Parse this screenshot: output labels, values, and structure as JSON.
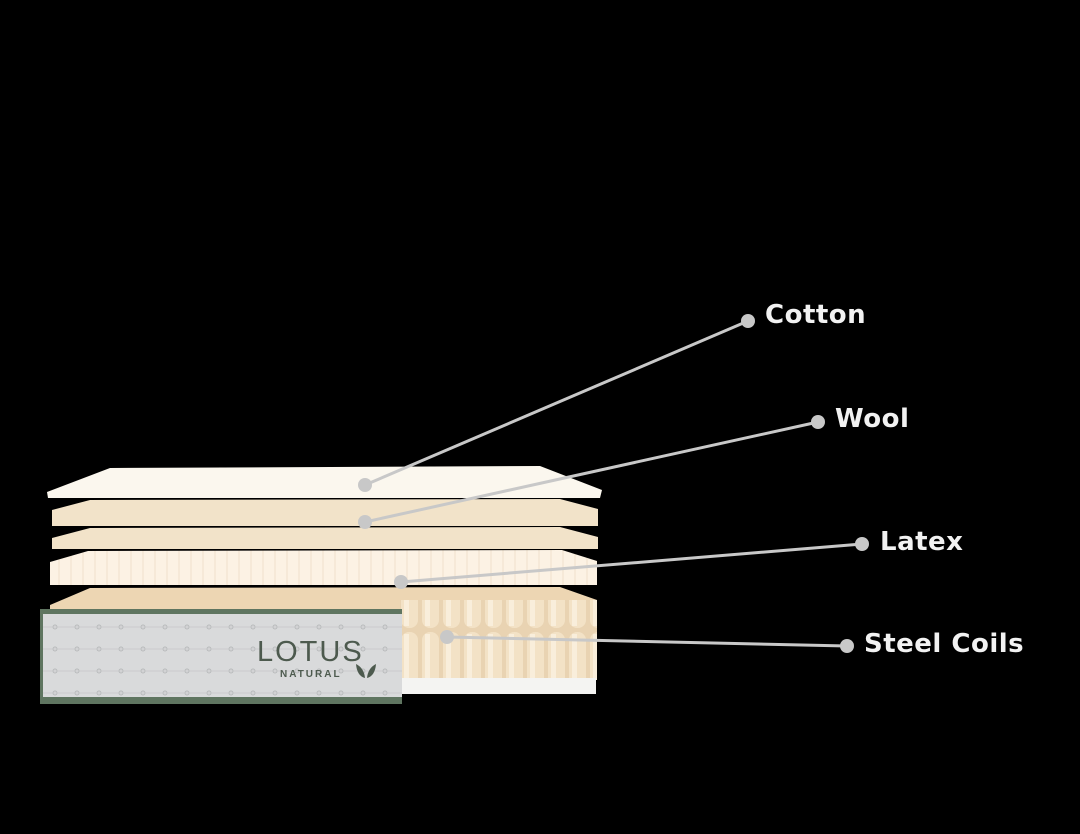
{
  "title": "Mattress layers",
  "brand": {
    "name": "LOTUS",
    "sub": "NATURAL"
  },
  "layers": [
    {
      "label": "Cotton"
    },
    {
      "label": "Wool"
    },
    {
      "label": "Latex"
    },
    {
      "label": "Steel Coils"
    }
  ],
  "colors": {
    "background": "#000000",
    "callout": "#c8c8c8",
    "cover_trim": "#5f7560",
    "cotton": "#fbf7ee",
    "wool": "#f4e6cf",
    "latex": "#fbf0e1",
    "coils": "#efd9b8"
  }
}
